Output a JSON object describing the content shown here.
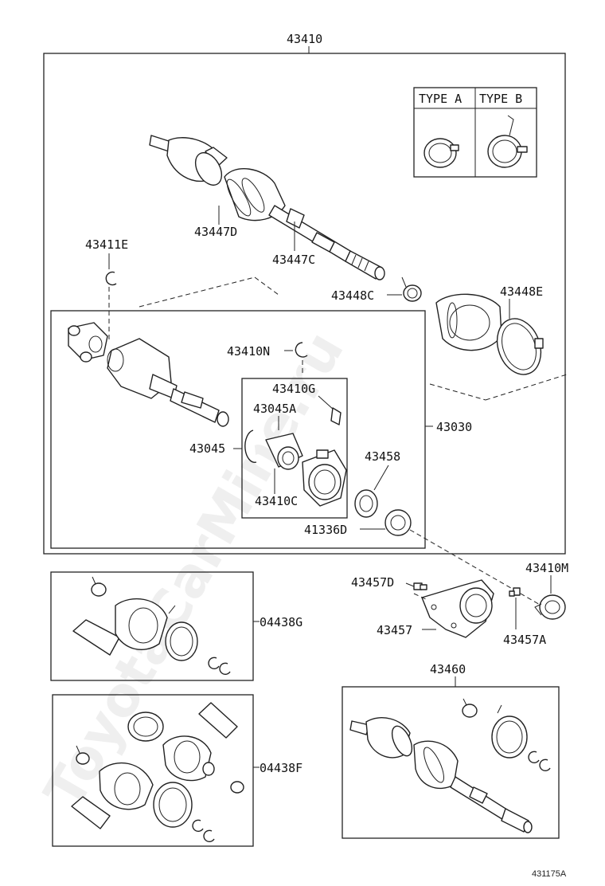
{
  "watermark": "ToyotaCarMine.ru",
  "drawing_number": "431175A",
  "type_box": {
    "type_a": "TYPE A",
    "type_b": "TYPE B"
  },
  "labels": {
    "assembly": "43410",
    "boot_outer": "43447D",
    "boot_outer_clamp": "43447C",
    "snap_ring_inner": "43411E",
    "clamp_inner": "43448C",
    "boot_inner": "43448E",
    "snap_ring_n": "43410N",
    "inboard_joint": "43030",
    "ring_g": "43410G",
    "bearing_a": "43045A",
    "bearing_assy": "43045",
    "bearing_retainer": "43410C",
    "dust_seal": "43458",
    "oil_seal": "41336D",
    "bolt_d": "43457D",
    "bearing_m": "43410M",
    "bracket": "43457",
    "bolt_a": "43457A",
    "boot_kit_g": "04438G",
    "boot_kit_f": "04438F",
    "outboard_shaft": "43460"
  }
}
